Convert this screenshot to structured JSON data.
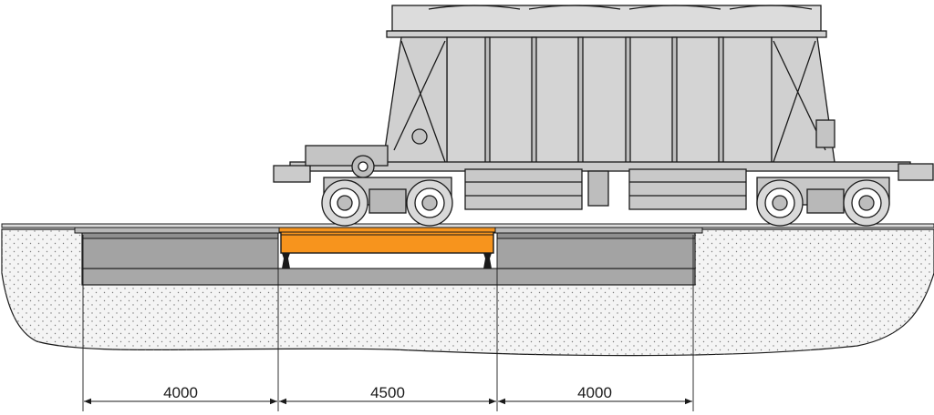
{
  "figure": {
    "dimensions": [
      {
        "label": "4000"
      },
      {
        "label": "4500"
      },
      {
        "label": "4000"
      }
    ]
  },
  "colors": {
    "scale_platform": "#f7941d",
    "approach_slab": "#8f8f8f",
    "foundation": "#a8a8a8",
    "soil_fill": "#f3f3f3",
    "line": "#1a1a1a"
  }
}
